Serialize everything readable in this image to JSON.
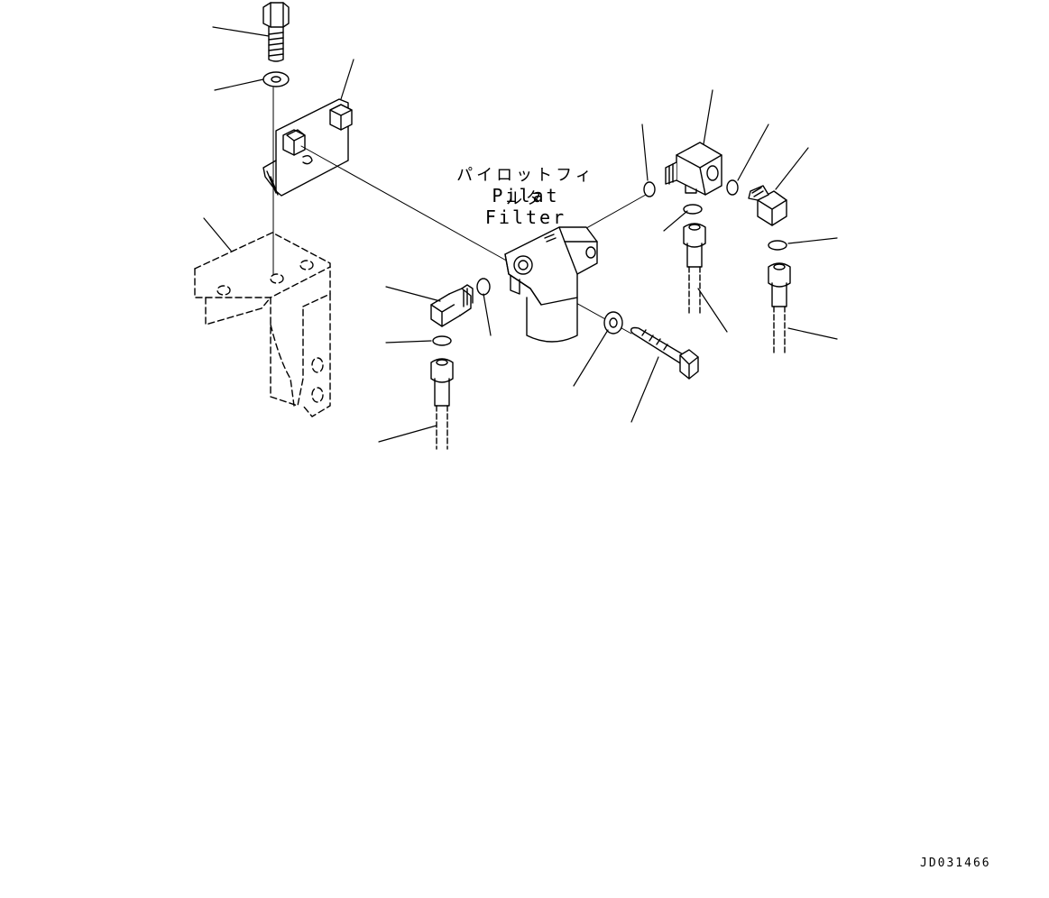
{
  "diagram": {
    "label_japanese": "パイロットフィルタ",
    "label_english": "Pilat Filter",
    "drawing_id": "JD031466"
  },
  "colors": {
    "line": "#000000",
    "background": "#ffffff"
  }
}
